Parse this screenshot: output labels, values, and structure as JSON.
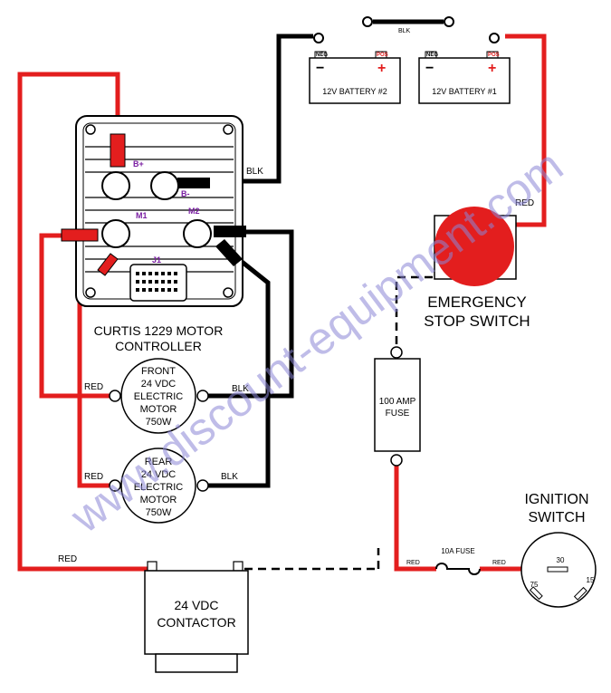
{
  "watermark": "www.discount-equipment.com",
  "batteries": {
    "b2": {
      "label": "12V BATTERY #2",
      "neg": "NEG",
      "pos": "POS",
      "minus": "−",
      "plus": "+"
    },
    "b1": {
      "label": "12V BATTERY #1",
      "neg": "NEG",
      "pos": "POS",
      "minus": "−",
      "plus": "+"
    },
    "jumper_label": "BLK"
  },
  "controller": {
    "line1": "CURTIS 1229 MOTOR",
    "line2": "CONTROLLER",
    "terminals": {
      "b_plus": "B+",
      "b_minus": "B-",
      "m1": "M1",
      "m2": "M2",
      "j1": "J1"
    }
  },
  "wires": {
    "controller_to_battery": "BLK",
    "battery_to_estop": "RED",
    "front_left": "RED",
    "front_right": "BLK",
    "rear_left": "RED",
    "rear_right": "BLK",
    "contactor_feed": "RED",
    "fuse_to_ignition_left": "RED",
    "fuse_to_ignition_right": "RED"
  },
  "front_motor": {
    "line1": "FRONT",
    "line2": "24 VDC",
    "line3": "ELECTRIC",
    "line4": "MOTOR",
    "line5": "750W"
  },
  "rear_motor": {
    "line1": "REAR",
    "line2": "24 VDC",
    "line3": "ELECTRIC",
    "line4": "MOTOR",
    "line5": "750W"
  },
  "estop": {
    "line1": "EMERGENCY",
    "line2": "STOP SWITCH",
    "color": "#e31e1e"
  },
  "fuse100": {
    "line1": "100 AMP",
    "line2": "FUSE"
  },
  "fuse10": {
    "label": "10A FUSE"
  },
  "contactor": {
    "line1": "24 VDC",
    "line2": "CONTACTOR"
  },
  "ignition": {
    "line1": "IGNITION",
    "line2": "SWITCH",
    "t30": "30",
    "t75": "75",
    "t15": "15"
  },
  "colors": {
    "red_wire": "#e31e1e",
    "black_wire": "#000000",
    "term_label": "#7a1fa2"
  }
}
